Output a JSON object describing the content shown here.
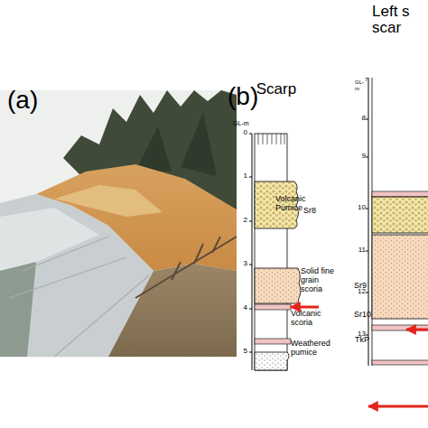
{
  "diagram": {
    "nodes": [
      {
        "text": [
          "Scarp"
        ]
      },
      {
        "text": [
          "Left s scar"
        ]
      }
    ],
    "labels": [
      "(a)",
      "(b)",
      "GL-m",
      "0",
      "1",
      "2",
      "3",
      "4",
      "5",
      "Volcanic Pumice",
      "Sr8",
      "Solid fine grain scoria",
      "Sr9",
      "Volcanic scoria",
      "Sr10",
      "TkP",
      "Weathered pumice",
      "GL-m",
      "7",
      "8",
      "9",
      "10",
      "11",
      "12",
      "13"
    ]
  }
}
